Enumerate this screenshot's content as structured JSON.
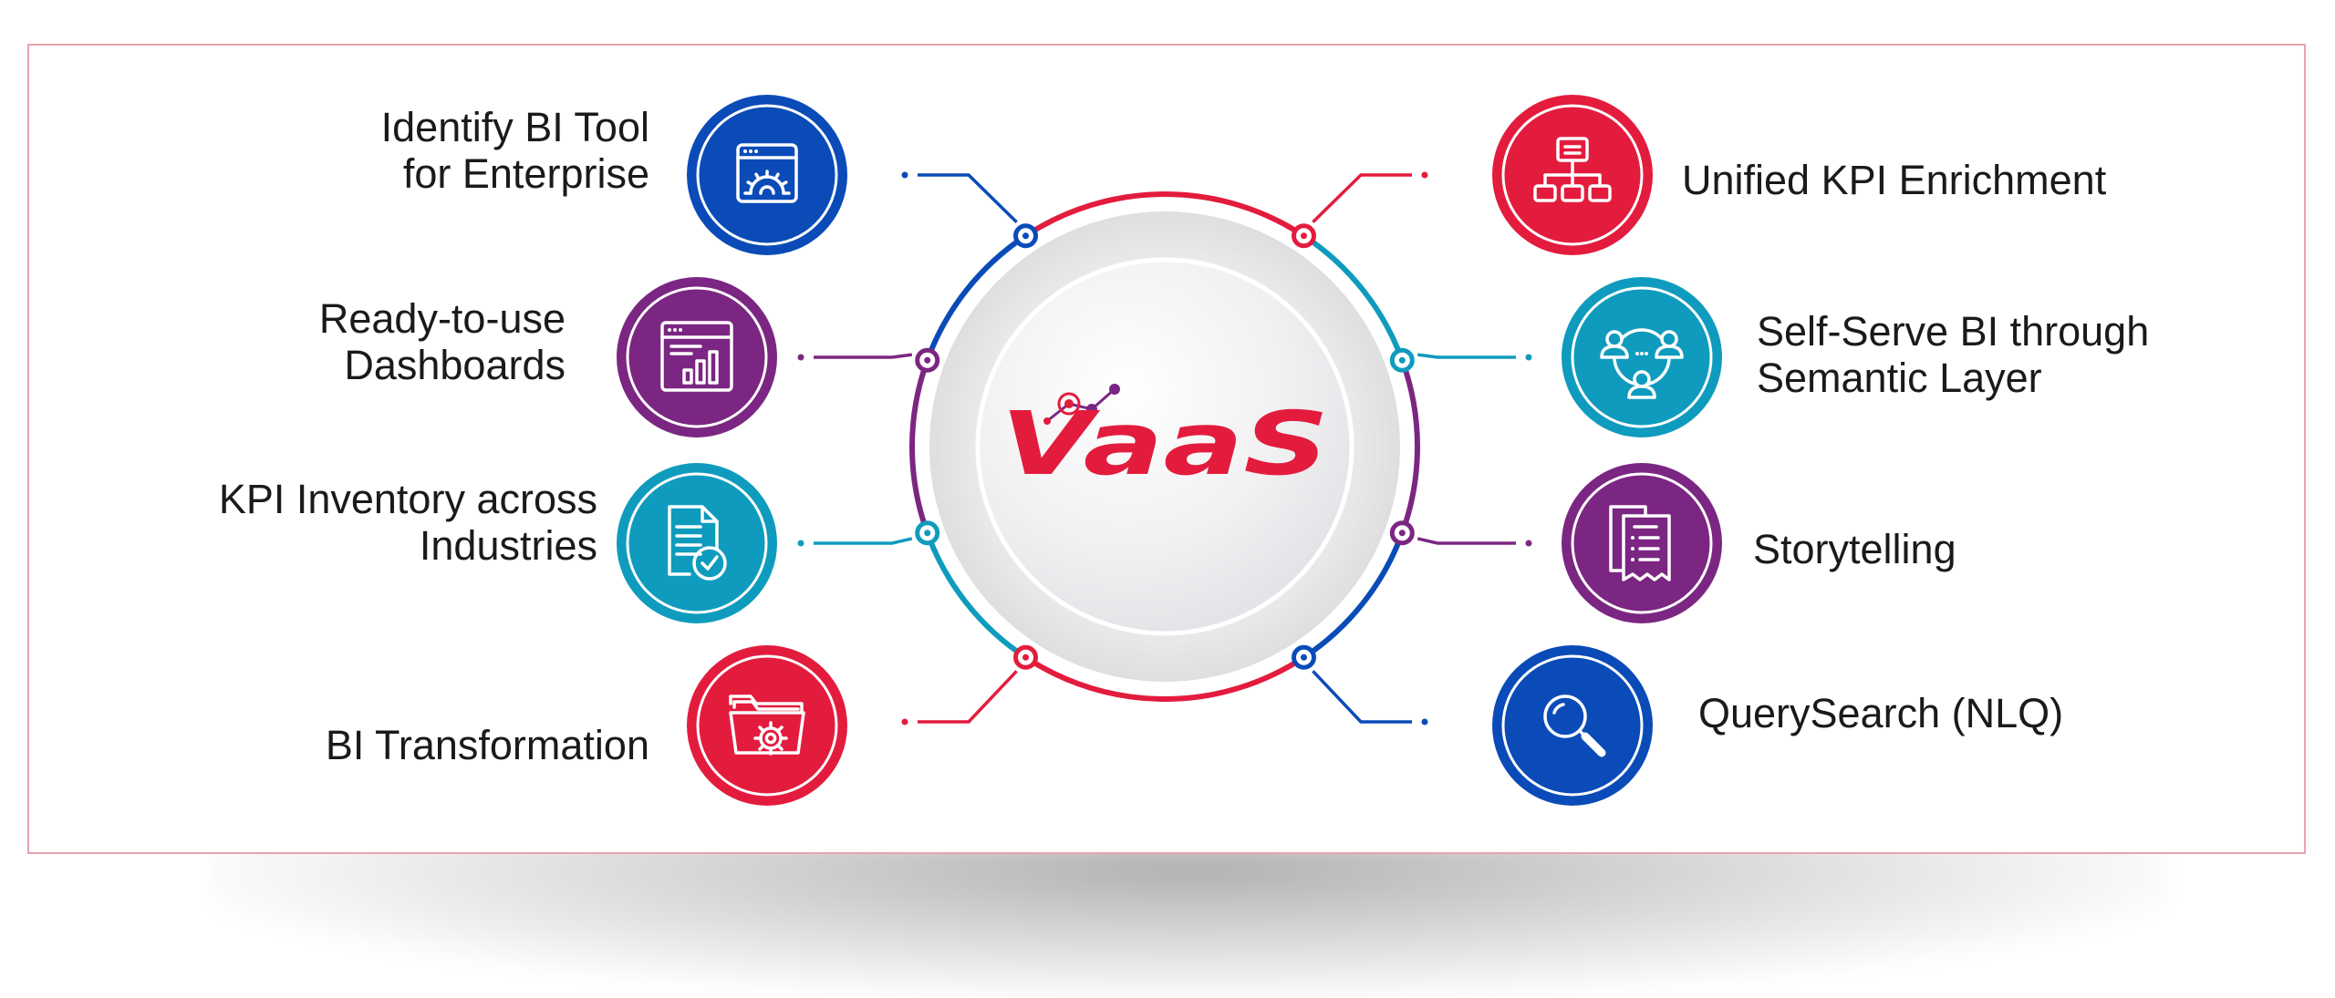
{
  "logo": {
    "text": "VaaS",
    "color": "#e31c3d",
    "accent": "#7b2682"
  },
  "colors": {
    "red": "#e31c3d",
    "blue": "#0a4bb8",
    "teal": "#0f9bbd",
    "purple": "#7b2682",
    "frame_border": "#e8a3ad"
  },
  "left_items": [
    {
      "lines": [
        "Identify BI Tool",
        "for Enterprise"
      ],
      "icon": "browser-settings-icon",
      "color": "blue"
    },
    {
      "lines": [
        "Ready-to-use",
        "Dashboards"
      ],
      "icon": "dashboard-chart-icon",
      "color": "purple"
    },
    {
      "lines": [
        "KPI Inventory across",
        "Industries"
      ],
      "icon": "document-check-icon",
      "color": "teal"
    },
    {
      "lines": [
        "BI Transformation"
      ],
      "icon": "folder-gear-icon",
      "color": "red"
    }
  ],
  "right_items": [
    {
      "lines": [
        "Unified KPI Enrichment"
      ],
      "icon": "hierarchy-icon",
      "color": "red"
    },
    {
      "lines": [
        "Self-Serve BI through",
        "Semantic Layer"
      ],
      "icon": "users-network-icon",
      "color": "teal"
    },
    {
      "lines": [
        "Storytelling"
      ],
      "icon": "documents-icon",
      "color": "purple"
    },
    {
      "lines": [
        "QuerySearch (NLQ)"
      ],
      "icon": "magnifier-icon",
      "color": "blue"
    }
  ]
}
